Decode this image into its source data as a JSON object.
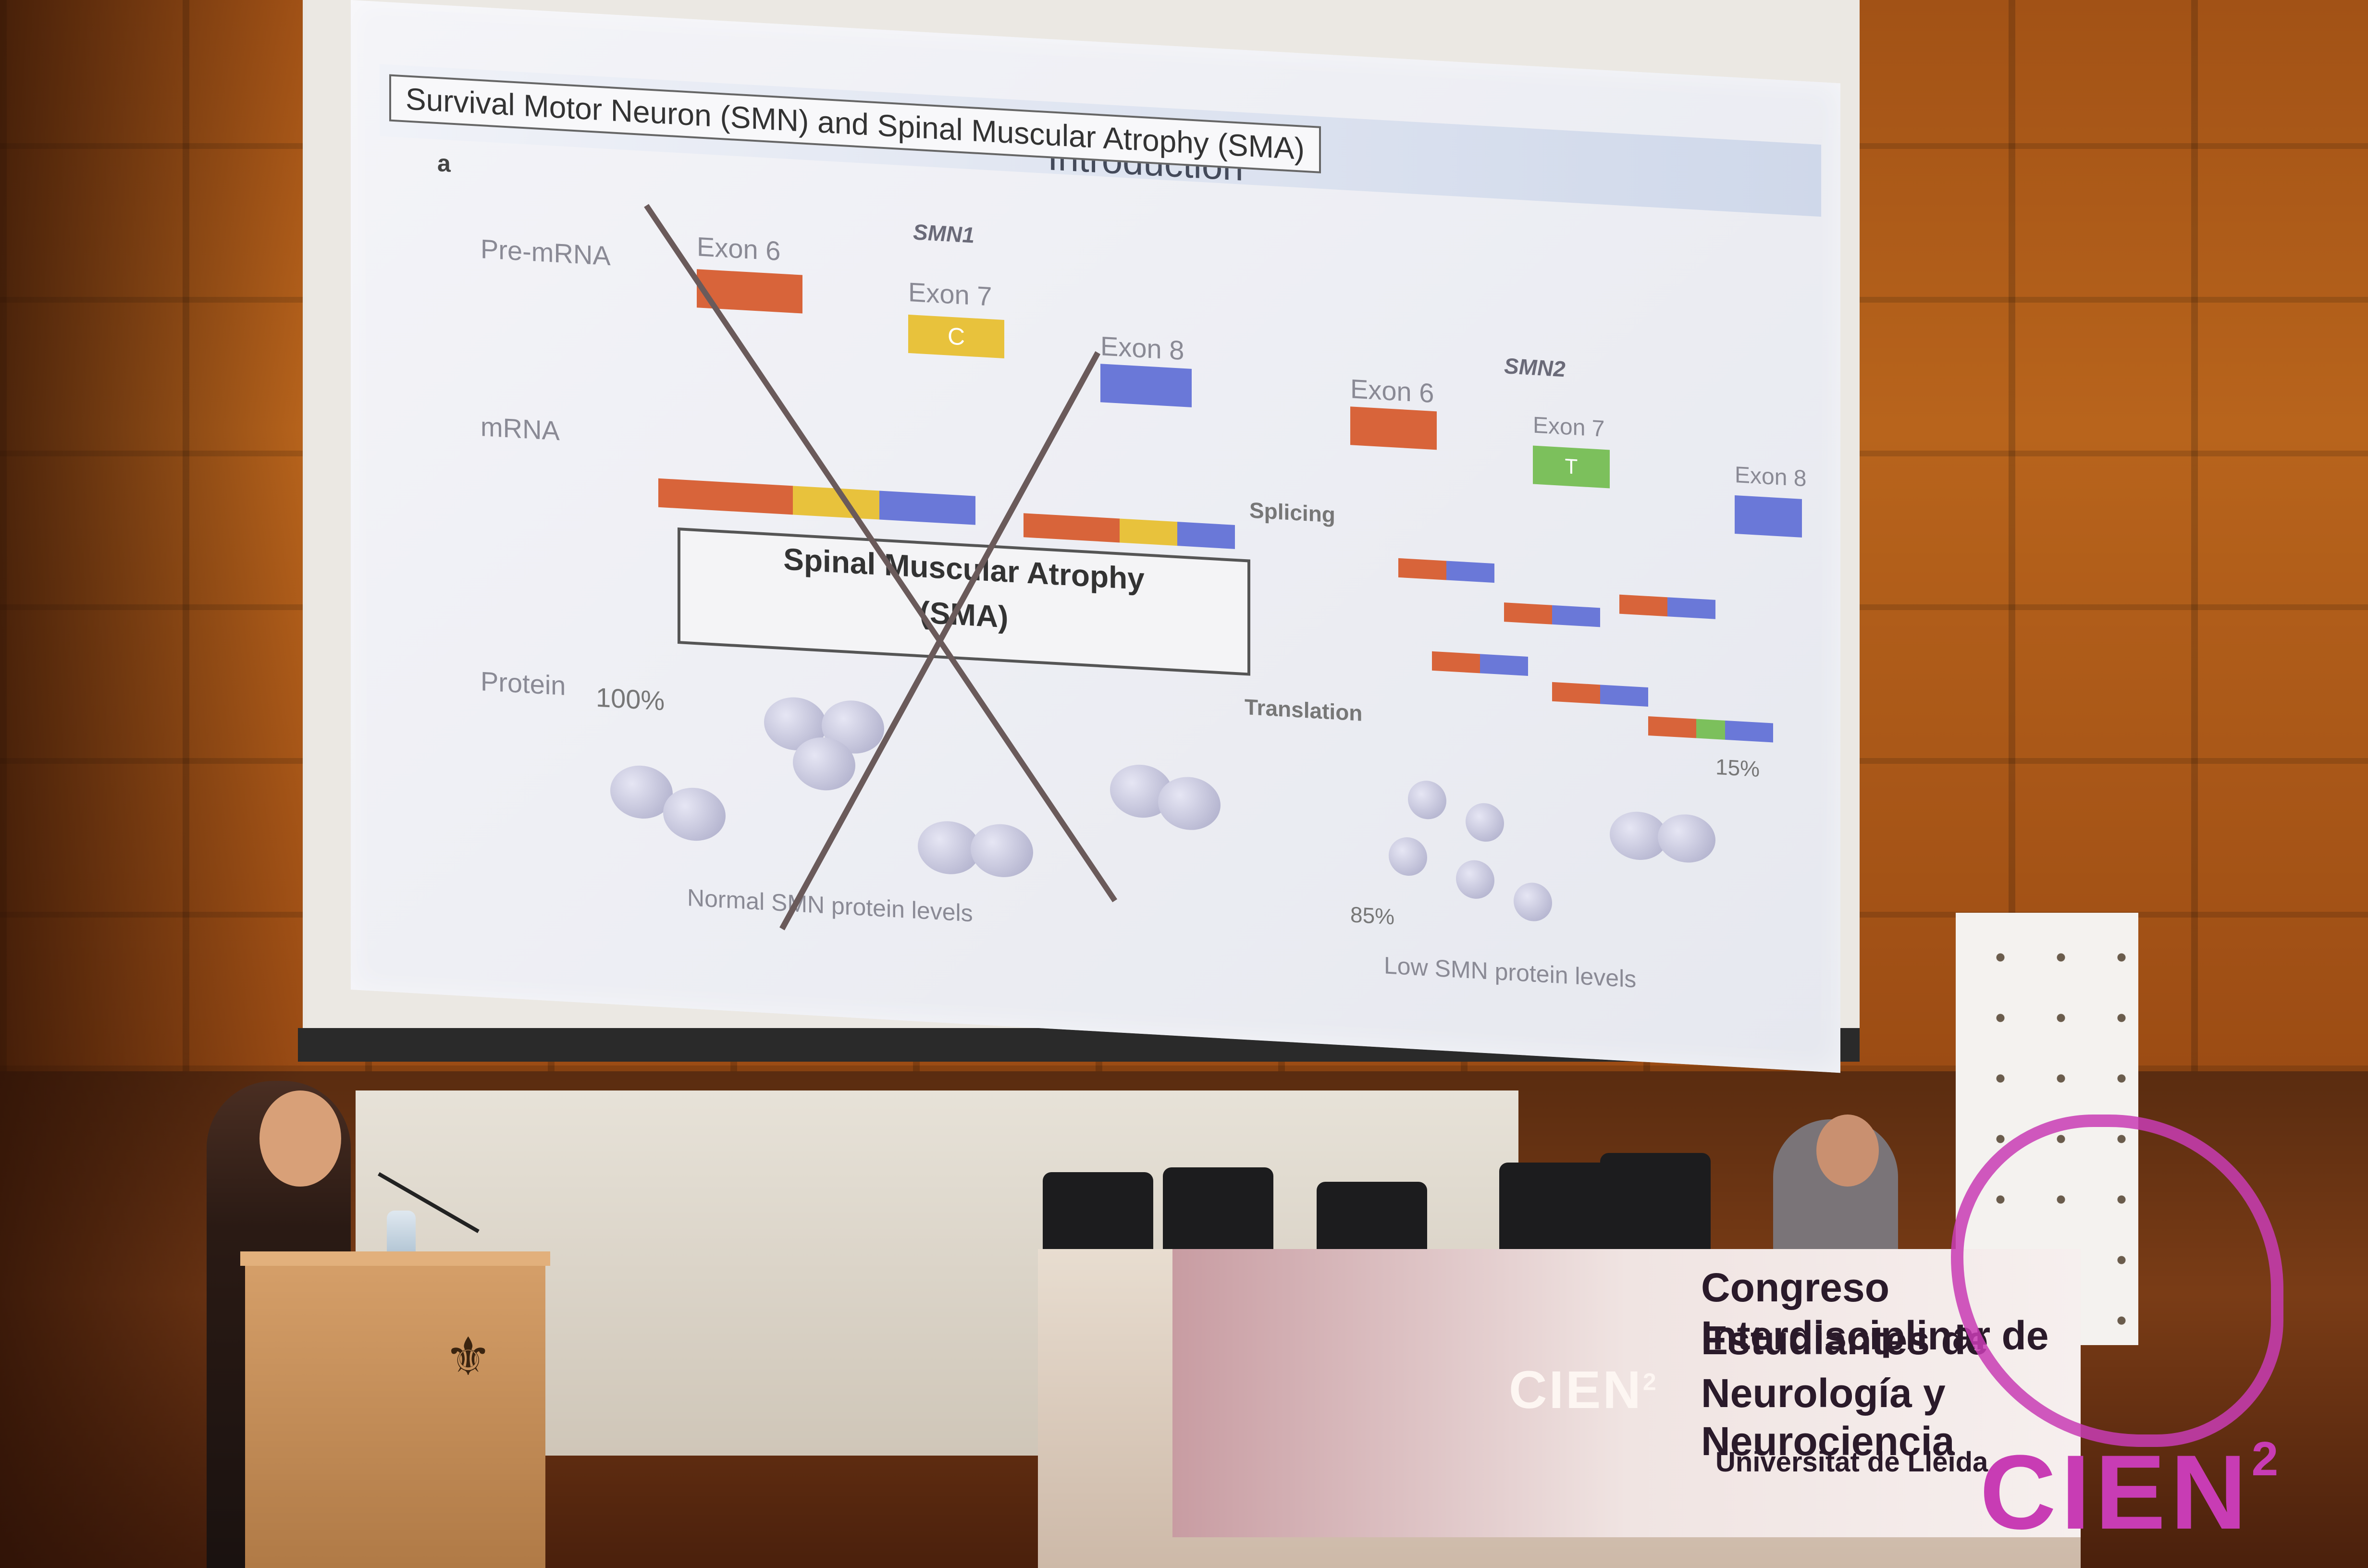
{
  "slide": {
    "title": "Introduction",
    "subtitle": "Survival Motor Neuron (SMN) and Spinal Muscular Atrophy (SMA)",
    "panel_letter": "a",
    "smn1_label": "SMN1",
    "smn2_label": "SMN2",
    "row_labels": {
      "pre_mrna": "Pre-mRNA",
      "mrna": "mRNA",
      "protein": "Protein"
    },
    "exon_labels": {
      "exon6": "Exon 6",
      "exon7": "Exon 7",
      "exon8": "Exon 8"
    },
    "exon7_smn1_base": "C",
    "exon7_smn2_base": "T",
    "step_labels": {
      "splicing": "Splicing",
      "translation": "Translation"
    },
    "sma_box": {
      "line1": "Spinal Muscular Atrophy",
      "line2": "(SMA)"
    },
    "percentages": {
      "p100": "100%",
      "p15": "15%",
      "p85": "85%"
    },
    "captions": {
      "normal": "Normal SMN protein levels",
      "low": "Low SMN protein levels"
    }
  },
  "banner": {
    "line1": "Congreso Interdisciplinar de",
    "line2": "Estudiantes de",
    "line3": "Neurología y Neurociencia",
    "university": "Universitat de Lleida",
    "brand": "CIEN",
    "brand_sup": "2"
  },
  "watermark": {
    "text": "CIEN",
    "sup": "2",
    "color": "#c83cb4"
  },
  "colors": {
    "exon6": "#d8643a",
    "exon7_smn1": "#e8c23c",
    "exon7_smn2": "#7cc05c",
    "exon8": "#6a78d8",
    "wall": "#b8641c"
  }
}
